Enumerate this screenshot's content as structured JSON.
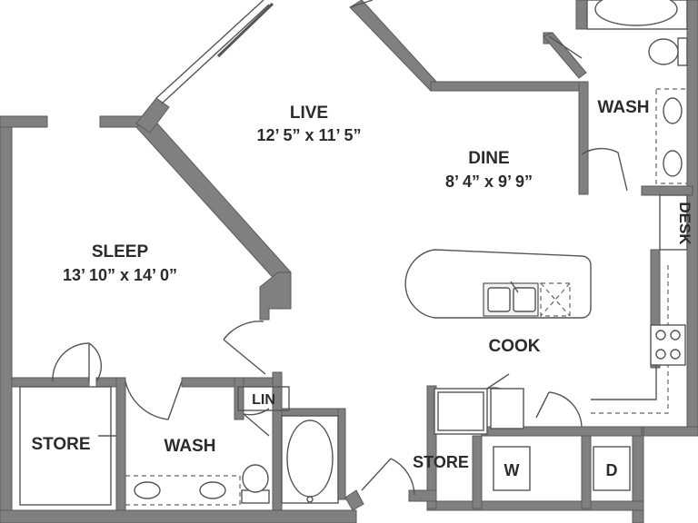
{
  "rooms": {
    "live": {
      "name": "LIVE",
      "dims": "12’ 5” x 11’ 5”"
    },
    "dine": {
      "name": "DINE",
      "dims": "8’ 4” x 9’ 9”"
    },
    "sleep": {
      "name": "SLEEP",
      "dims": "13’ 10” x 14’ 0”"
    },
    "cook": {
      "name": "COOK"
    },
    "wash_bath": {
      "name": "WASH"
    },
    "wash_master": {
      "name": "WASH"
    },
    "desk": {
      "name": "DESK"
    },
    "lin": {
      "name": "LIN"
    },
    "store_closet": {
      "name": "STORE"
    },
    "store_hall": {
      "name": "STORE"
    },
    "washer": {
      "name": "W"
    },
    "dryer": {
      "name": "D"
    }
  },
  "colors": {
    "wall": "#808080",
    "line": "#555555",
    "text": "#2b2b2b"
  }
}
